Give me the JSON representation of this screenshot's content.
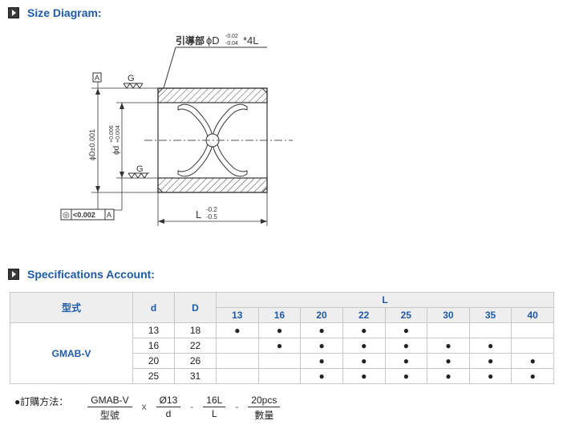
{
  "sections": {
    "size_title": "Size Diagram:",
    "spec_title": "Specifications Account:"
  },
  "diagram": {
    "guide_label": "引導部",
    "guide_dim": "ϕD",
    "guide_tol_upper": "-0.02",
    "guide_tol_lower": "-0.04",
    "guide_suffix": "*4L",
    "datum": "A",
    "grind_mark": "G",
    "outer_dim": "ϕD±0.001",
    "inner_dim": "ϕd",
    "inner_tol_upper": "+0.006",
    "inner_tol_lower": "+0.004",
    "length_dim": "L",
    "length_tol_upper": "-0.2",
    "length_tol_lower": "-0.5",
    "concentricity_value": "<0.002",
    "concentricity_datum": "A",
    "concentricity_symbol": "◎"
  },
  "table": {
    "col_model": "型式",
    "col_d": "d",
    "col_D": "D",
    "col_L": "L",
    "L_values": [
      "13",
      "16",
      "20",
      "22",
      "25",
      "30",
      "35",
      "40"
    ],
    "model": "GMAB-V",
    "dot": "●",
    "rows": [
      {
        "d": "13",
        "D": "18",
        "avail": [
          1,
          1,
          1,
          1,
          1,
          0,
          0,
          0
        ]
      },
      {
        "d": "16",
        "D": "22",
        "avail": [
          0,
          1,
          1,
          1,
          1,
          1,
          1,
          0
        ]
      },
      {
        "d": "20",
        "D": "26",
        "avail": [
          0,
          0,
          1,
          1,
          1,
          1,
          1,
          1
        ]
      },
      {
        "d": "25",
        "D": "31",
        "avail": [
          0,
          0,
          1,
          1,
          1,
          1,
          1,
          1
        ]
      }
    ]
  },
  "order": {
    "lead": "●訂購方法：",
    "parts": [
      {
        "value": "GMAB-V",
        "label": "型號"
      },
      {
        "value": "Ø13",
        "label": "d"
      },
      {
        "value": "16L",
        "label": "L"
      },
      {
        "value": "20pcs",
        "label": "數量"
      }
    ],
    "separators": [
      "x",
      "-",
      "-"
    ]
  }
}
